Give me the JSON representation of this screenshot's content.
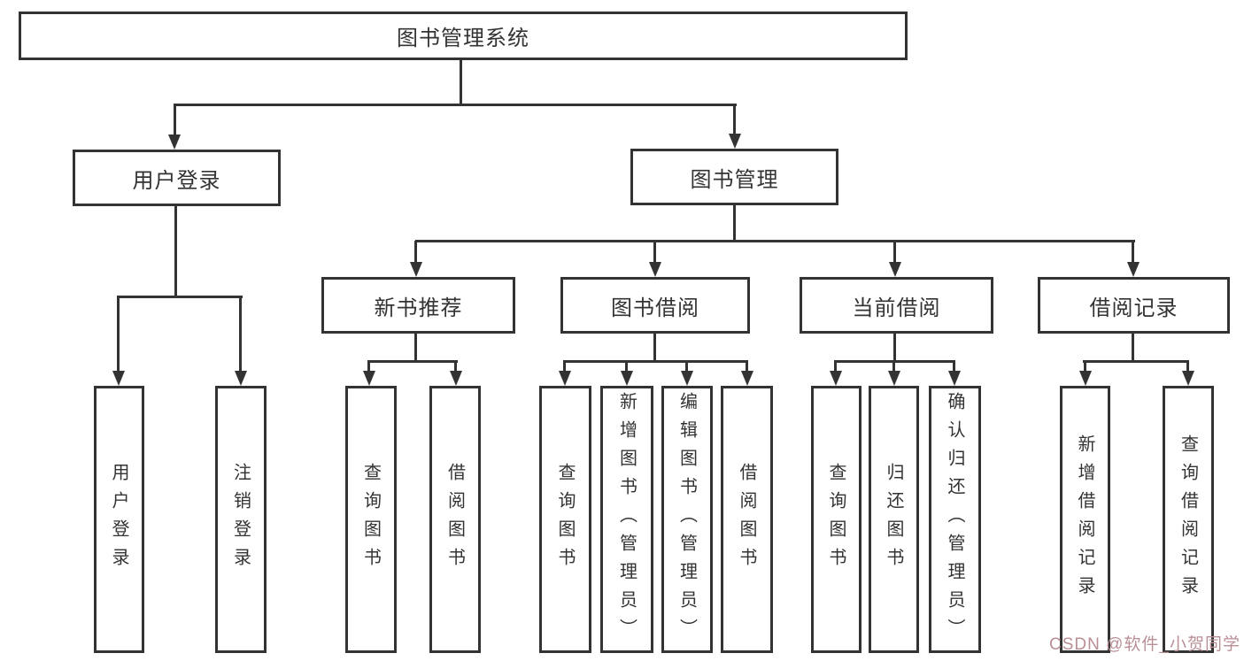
{
  "tree": {
    "root": {
      "label": "图书管理系统"
    },
    "branches": [
      {
        "label": "用户登录",
        "children": [
          "用户登录",
          "注销登录"
        ]
      },
      {
        "label": "图书管理",
        "groups": [
          {
            "label": "新书推荐",
            "children": [
              "查询图书",
              "借阅图书"
            ]
          },
          {
            "label": "图书借阅",
            "children": [
              "查询图书",
              "新增图书（管理员）",
              "编辑图书（管理员）",
              "借阅图书"
            ]
          },
          {
            "label": "当前借阅",
            "children": [
              "查询图书",
              "归还图书",
              "确认归还（管理员）"
            ]
          },
          {
            "label": "借阅记录",
            "children": [
              "新增借阅记录",
              "查询借阅记录"
            ]
          }
        ]
      }
    ]
  },
  "watermark": {
    "text": "CSDN @软件_小贺同学",
    "color": "#b98f95"
  },
  "colors": {
    "line": "#333333",
    "text": "#333333",
    "box_bg": "#ffffff",
    "page_bg": "#ffffff"
  }
}
